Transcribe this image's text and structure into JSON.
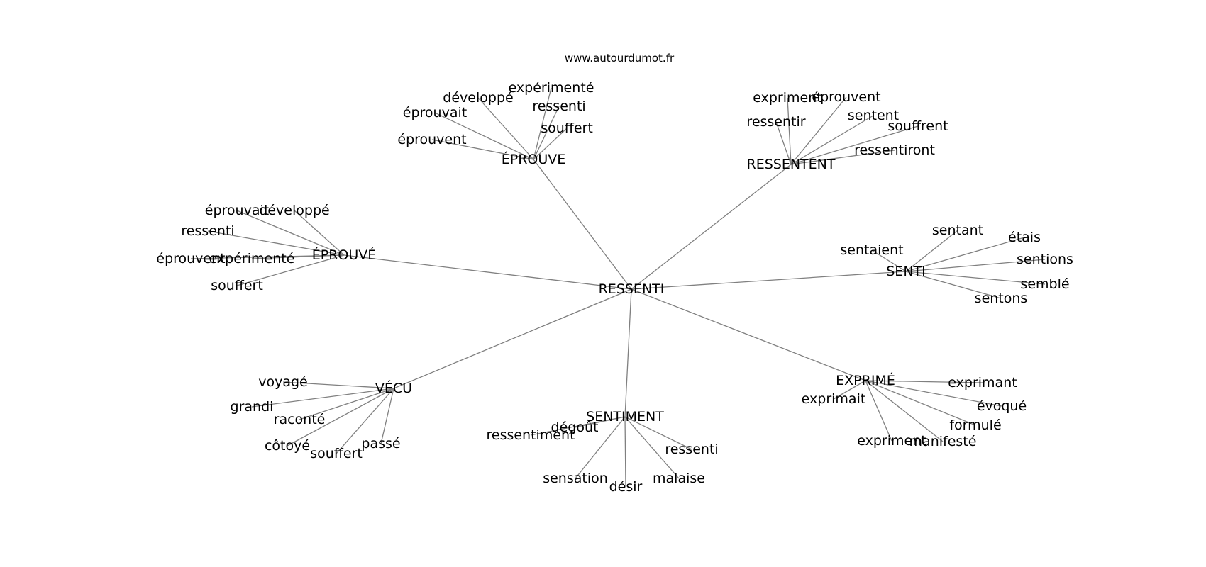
{
  "watermark": "www.autourdumot.fr",
  "center": {
    "id": "ressenti",
    "label": "RESSENTI"
  },
  "hubs": [
    {
      "id": "eprouve",
      "label": "ÉPROUVE"
    },
    {
      "id": "ressentent",
      "label": "RESSENTENT"
    },
    {
      "id": "eprouve2",
      "label": "ÉPROUVÉ"
    },
    {
      "id": "senti",
      "label": "SENTI"
    },
    {
      "id": "vecu",
      "label": "VÉCU"
    },
    {
      "id": "sentiment",
      "label": "SENTIMENT"
    },
    {
      "id": "exprime",
      "label": "EXPRIMÉ"
    }
  ],
  "leaves": [
    {
      "hub": "eprouve",
      "label": "expérimenté"
    },
    {
      "hub": "eprouve",
      "label": "développé"
    },
    {
      "hub": "eprouve",
      "label": "ressenti"
    },
    {
      "hub": "eprouve",
      "label": "éprouvait"
    },
    {
      "hub": "eprouve",
      "label": "souffert"
    },
    {
      "hub": "eprouve",
      "label": "éprouvent"
    },
    {
      "hub": "ressentent",
      "label": "expriment"
    },
    {
      "hub": "ressentent",
      "label": "éprouvent"
    },
    {
      "hub": "ressentent",
      "label": "sentent"
    },
    {
      "hub": "ressentent",
      "label": "ressentir"
    },
    {
      "hub": "ressentent",
      "label": "souffrent"
    },
    {
      "hub": "ressentent",
      "label": "ressentiront"
    },
    {
      "hub": "eprouve2",
      "label": "éprouvent"
    },
    {
      "hub": "eprouve2",
      "label": "développé"
    },
    {
      "hub": "eprouve2",
      "label": "ressenti"
    },
    {
      "hub": "eprouve2",
      "label": "éprouvait"
    },
    {
      "hub": "eprouve2",
      "label": "expérimenté"
    },
    {
      "hub": "eprouve2",
      "label": "souffert"
    },
    {
      "hub": "senti",
      "label": "sentant"
    },
    {
      "hub": "senti",
      "label": "étais"
    },
    {
      "hub": "senti",
      "label": "sentaient"
    },
    {
      "hub": "senti",
      "label": "sentions"
    },
    {
      "hub": "senti",
      "label": "semblé"
    },
    {
      "hub": "senti",
      "label": "sentons"
    },
    {
      "hub": "vecu",
      "label": "voyagé"
    },
    {
      "hub": "vecu",
      "label": "grandi"
    },
    {
      "hub": "vecu",
      "label": "raconté"
    },
    {
      "hub": "vecu",
      "label": "côtoyé"
    },
    {
      "hub": "vecu",
      "label": "passé"
    },
    {
      "hub": "vecu",
      "label": "souffert"
    },
    {
      "hub": "sentiment",
      "label": "dégoût"
    },
    {
      "hub": "sentiment",
      "label": "ressentiment"
    },
    {
      "hub": "sentiment",
      "label": "ressenti"
    },
    {
      "hub": "sentiment",
      "label": "sensation"
    },
    {
      "hub": "sentiment",
      "label": "malaise"
    },
    {
      "hub": "sentiment",
      "label": "désir"
    },
    {
      "hub": "exprime",
      "label": "exprimant"
    },
    {
      "hub": "exprime",
      "label": "exprimait"
    },
    {
      "hub": "exprime",
      "label": "évoqué"
    },
    {
      "hub": "exprime",
      "label": "formulé"
    },
    {
      "hub": "exprime",
      "label": "expriment"
    },
    {
      "hub": "exprime",
      "label": "manifesté"
    }
  ]
}
